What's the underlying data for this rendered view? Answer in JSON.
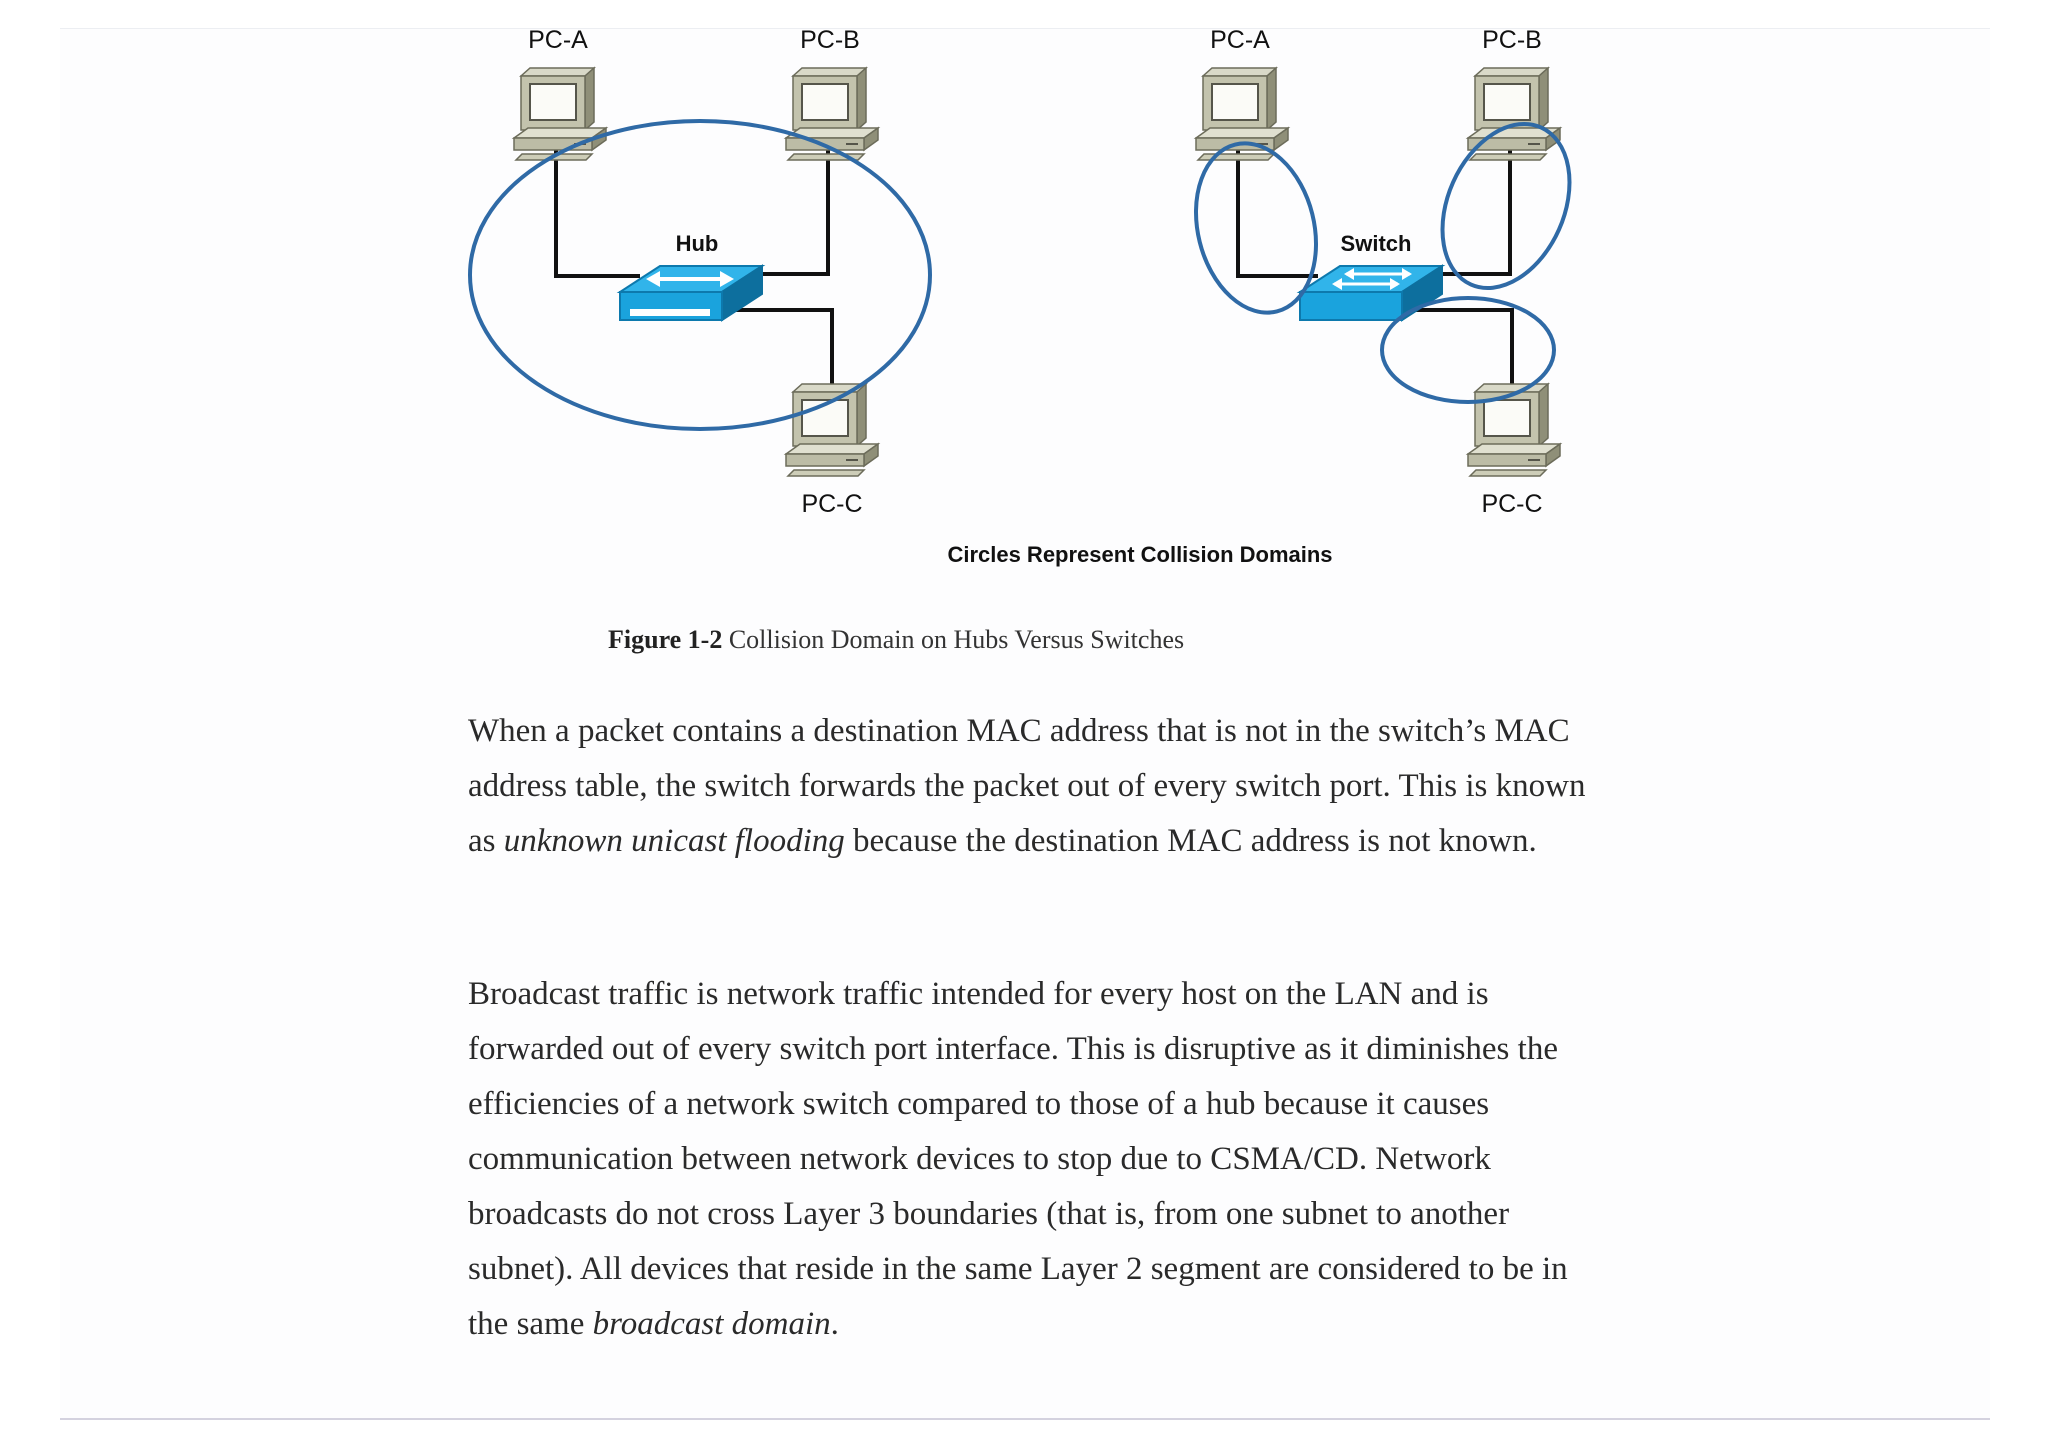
{
  "figure": {
    "hub_diagram": {
      "pc_a_label": "PC-A",
      "pc_b_label": "PC-B",
      "pc_c_label": "PC-C",
      "device_label": "Hub"
    },
    "switch_diagram": {
      "pc_a_label": "PC-A",
      "pc_b_label": "PC-B",
      "pc_c_label": "PC-C",
      "device_label": "Switch"
    },
    "legend": "Circles Represent Collision Domains",
    "caption": {
      "number": "Figure 1-2",
      "text": "Collision Domain on Hubs Versus Switches"
    },
    "colors": {
      "collision_circle": "#2f6aa6",
      "network_device": "#1aa3dd",
      "computer_body": "#b7b7a1"
    }
  },
  "paragraphs": [
    {
      "before_italic": "When a packet contains a destination MAC address that is not in the switch’s MAC address table, the switch forwards the packet out of every switch port. This is known as ",
      "italic": "unknown unicast flooding",
      "after_italic": " because the destination MAC address is not known."
    },
    {
      "before_italic": "Broadcast traffic is network traffic intended for every host on the LAN and is forwarded out of every switch port interface. This is disruptive as it diminishes the efficiencies of a network switch compared to those of a hub because it causes communication between network devices to stop due to CSMA/CD. Network broadcasts do not cross Layer 3 boundaries (that is, from one subnet to another subnet). All devices that reside in the same Layer 2 segment are considered to be in the same ",
      "italic": "broadcast domain",
      "after_italic": "."
    }
  ]
}
